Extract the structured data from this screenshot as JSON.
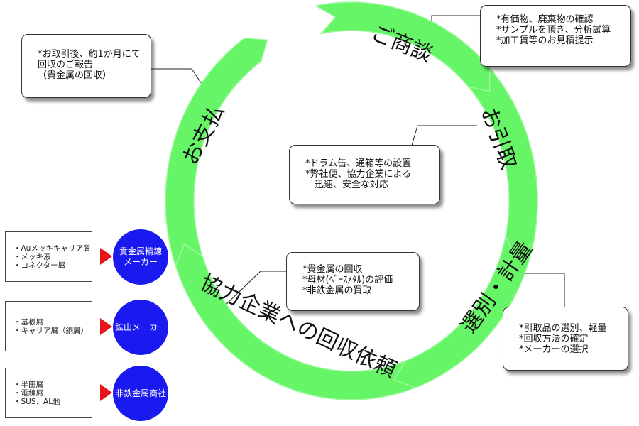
{
  "colors": {
    "ring": "#66f566",
    "ring_edge": "#9cf89c",
    "destination_fill": "#1a1af0",
    "arrow_fill": "#e8141c"
  },
  "stages": {
    "shoudan": "ご商談",
    "hikitori": "お引取",
    "sentaku": "選別・計量",
    "irai": "協力企業への回収依頼",
    "shiharai": "お支払"
  },
  "callouts": {
    "shoudan": [
      "*有価物、廃棄物の確認",
      "*サンプルを頂き、分析試算",
      "*加工賃等のお見積提示"
    ],
    "hikitori": [
      "*ドラム缶、通箱等の設置",
      "*弊社便、協力企業による",
      "　迅速、安全な対応"
    ],
    "sentaku": [
      "*引取品の選別、軽量",
      "*回収方法の確定",
      "*メーカーの選択"
    ],
    "irai": [
      "*貴金属の回収",
      "*母材(ﾍﾞｰｽﾒﾀﾙ)の評価",
      "*非鉄金属の買取"
    ],
    "shiharai": [
      "*お取引後、約1か月にて",
      "回収のご報告",
      "（貴金属の回収）"
    ]
  },
  "sources": [
    [
      "・Auメッキキャリア屑",
      "・メッキ液",
      "・コネクター屑"
    ],
    [
      "・基板屑",
      "・キャリア屑（銅屑）"
    ],
    [
      "・半田屑",
      "・電線屑",
      "・SUS、AL他"
    ]
  ],
  "destinations": [
    [
      "貴金属精錬",
      "メーカー"
    ],
    [
      "鉱山メーカー"
    ],
    [
      "非鉄金属商社"
    ]
  ]
}
